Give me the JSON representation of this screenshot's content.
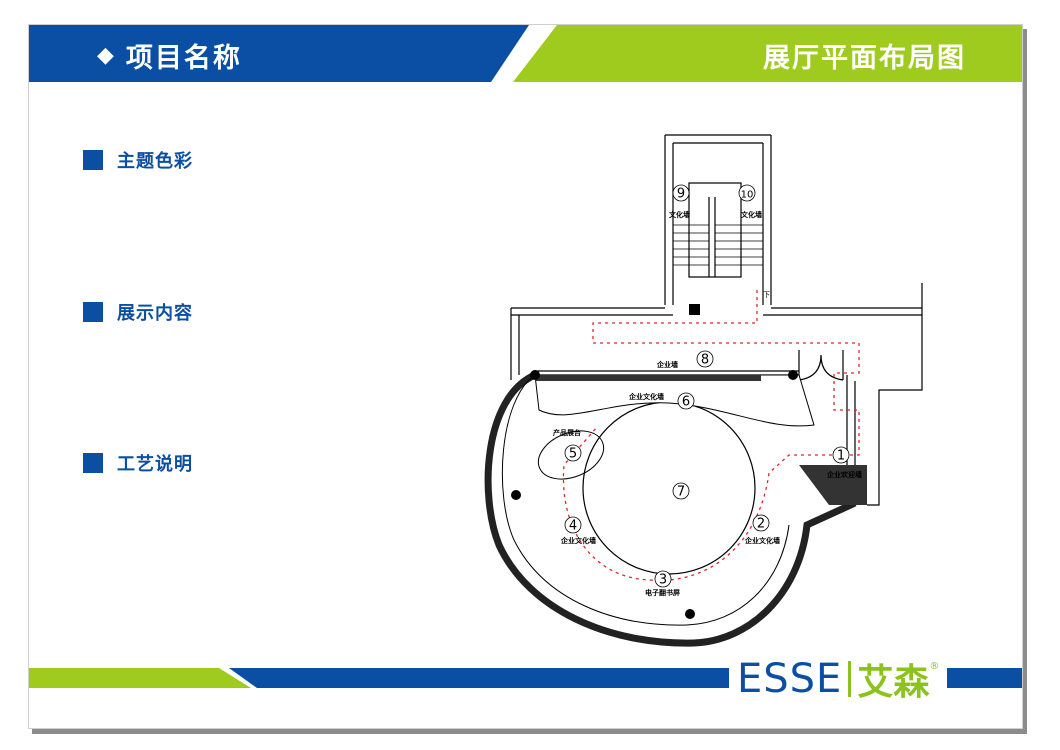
{
  "header": {
    "bullet": "◆",
    "project_title": "项目名称",
    "page_title": "展厅平面布局图",
    "colors": {
      "blue": "#0a4fa3",
      "green": "#9fcb1f"
    }
  },
  "sections": [
    {
      "label": "主题色彩"
    },
    {
      "label": "展示内容"
    },
    {
      "label": "工艺说明"
    }
  ],
  "floorplan": {
    "zones": [
      {
        "num": "1",
        "label": "企业欢迎墙"
      },
      {
        "num": "2",
        "label": "企业文化墙"
      },
      {
        "num": "3",
        "label": "电子翻书屏"
      },
      {
        "num": "4",
        "label": "企业文化墙"
      },
      {
        "num": "5",
        "label": "产品展台"
      },
      {
        "num": "6",
        "label": "企业文化墙"
      },
      {
        "num": "7",
        "label": ""
      },
      {
        "num": "8",
        "label": "企业墙"
      },
      {
        "num": "9",
        "label": "文化墙"
      },
      {
        "num": "10",
        "label": "文化墙"
      }
    ],
    "stair_note": "下",
    "path_color": "#e0262a"
  },
  "brand": {
    "en": "ESSE",
    "cn": "艾森",
    "mark": "®"
  }
}
